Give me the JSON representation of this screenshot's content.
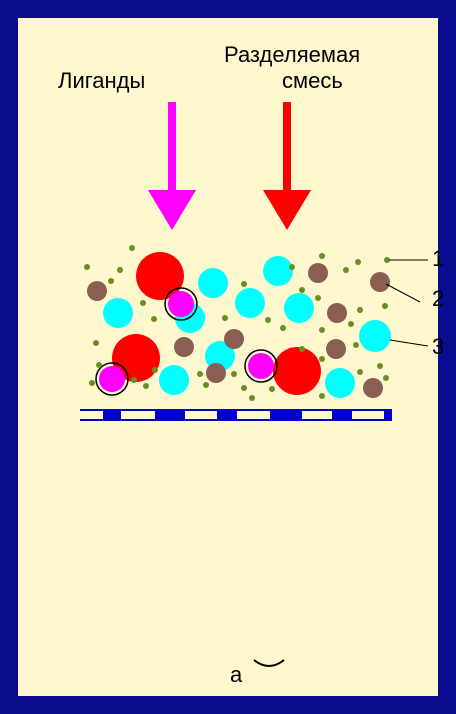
{
  "labels": {
    "ligands": "Лиганды",
    "mixture_line1": "Разделяемая",
    "mixture_line2": "смесь",
    "callout_1": "1",
    "callout_2": "2",
    "callout_3": "3",
    "panel_letter": "а"
  },
  "colors": {
    "background": "#0b0b8f",
    "panel": "#fff8cf",
    "ligand_arrow": "#ff00ff",
    "mixture_arrow": "#ff0000",
    "small_particle": "#6b8e23",
    "medium_particle": "#8b5e52",
    "cyan_particle": "#00ffff",
    "red_particle": "#ff0000",
    "ligand_particle": "#ff00ff",
    "support_bar": "#0000cc"
  },
  "icons": {
    "ligand_arrow": "arrow-down-icon",
    "mixture_arrow": "arrow-down-icon",
    "panel_mark": "arc-icon"
  }
}
